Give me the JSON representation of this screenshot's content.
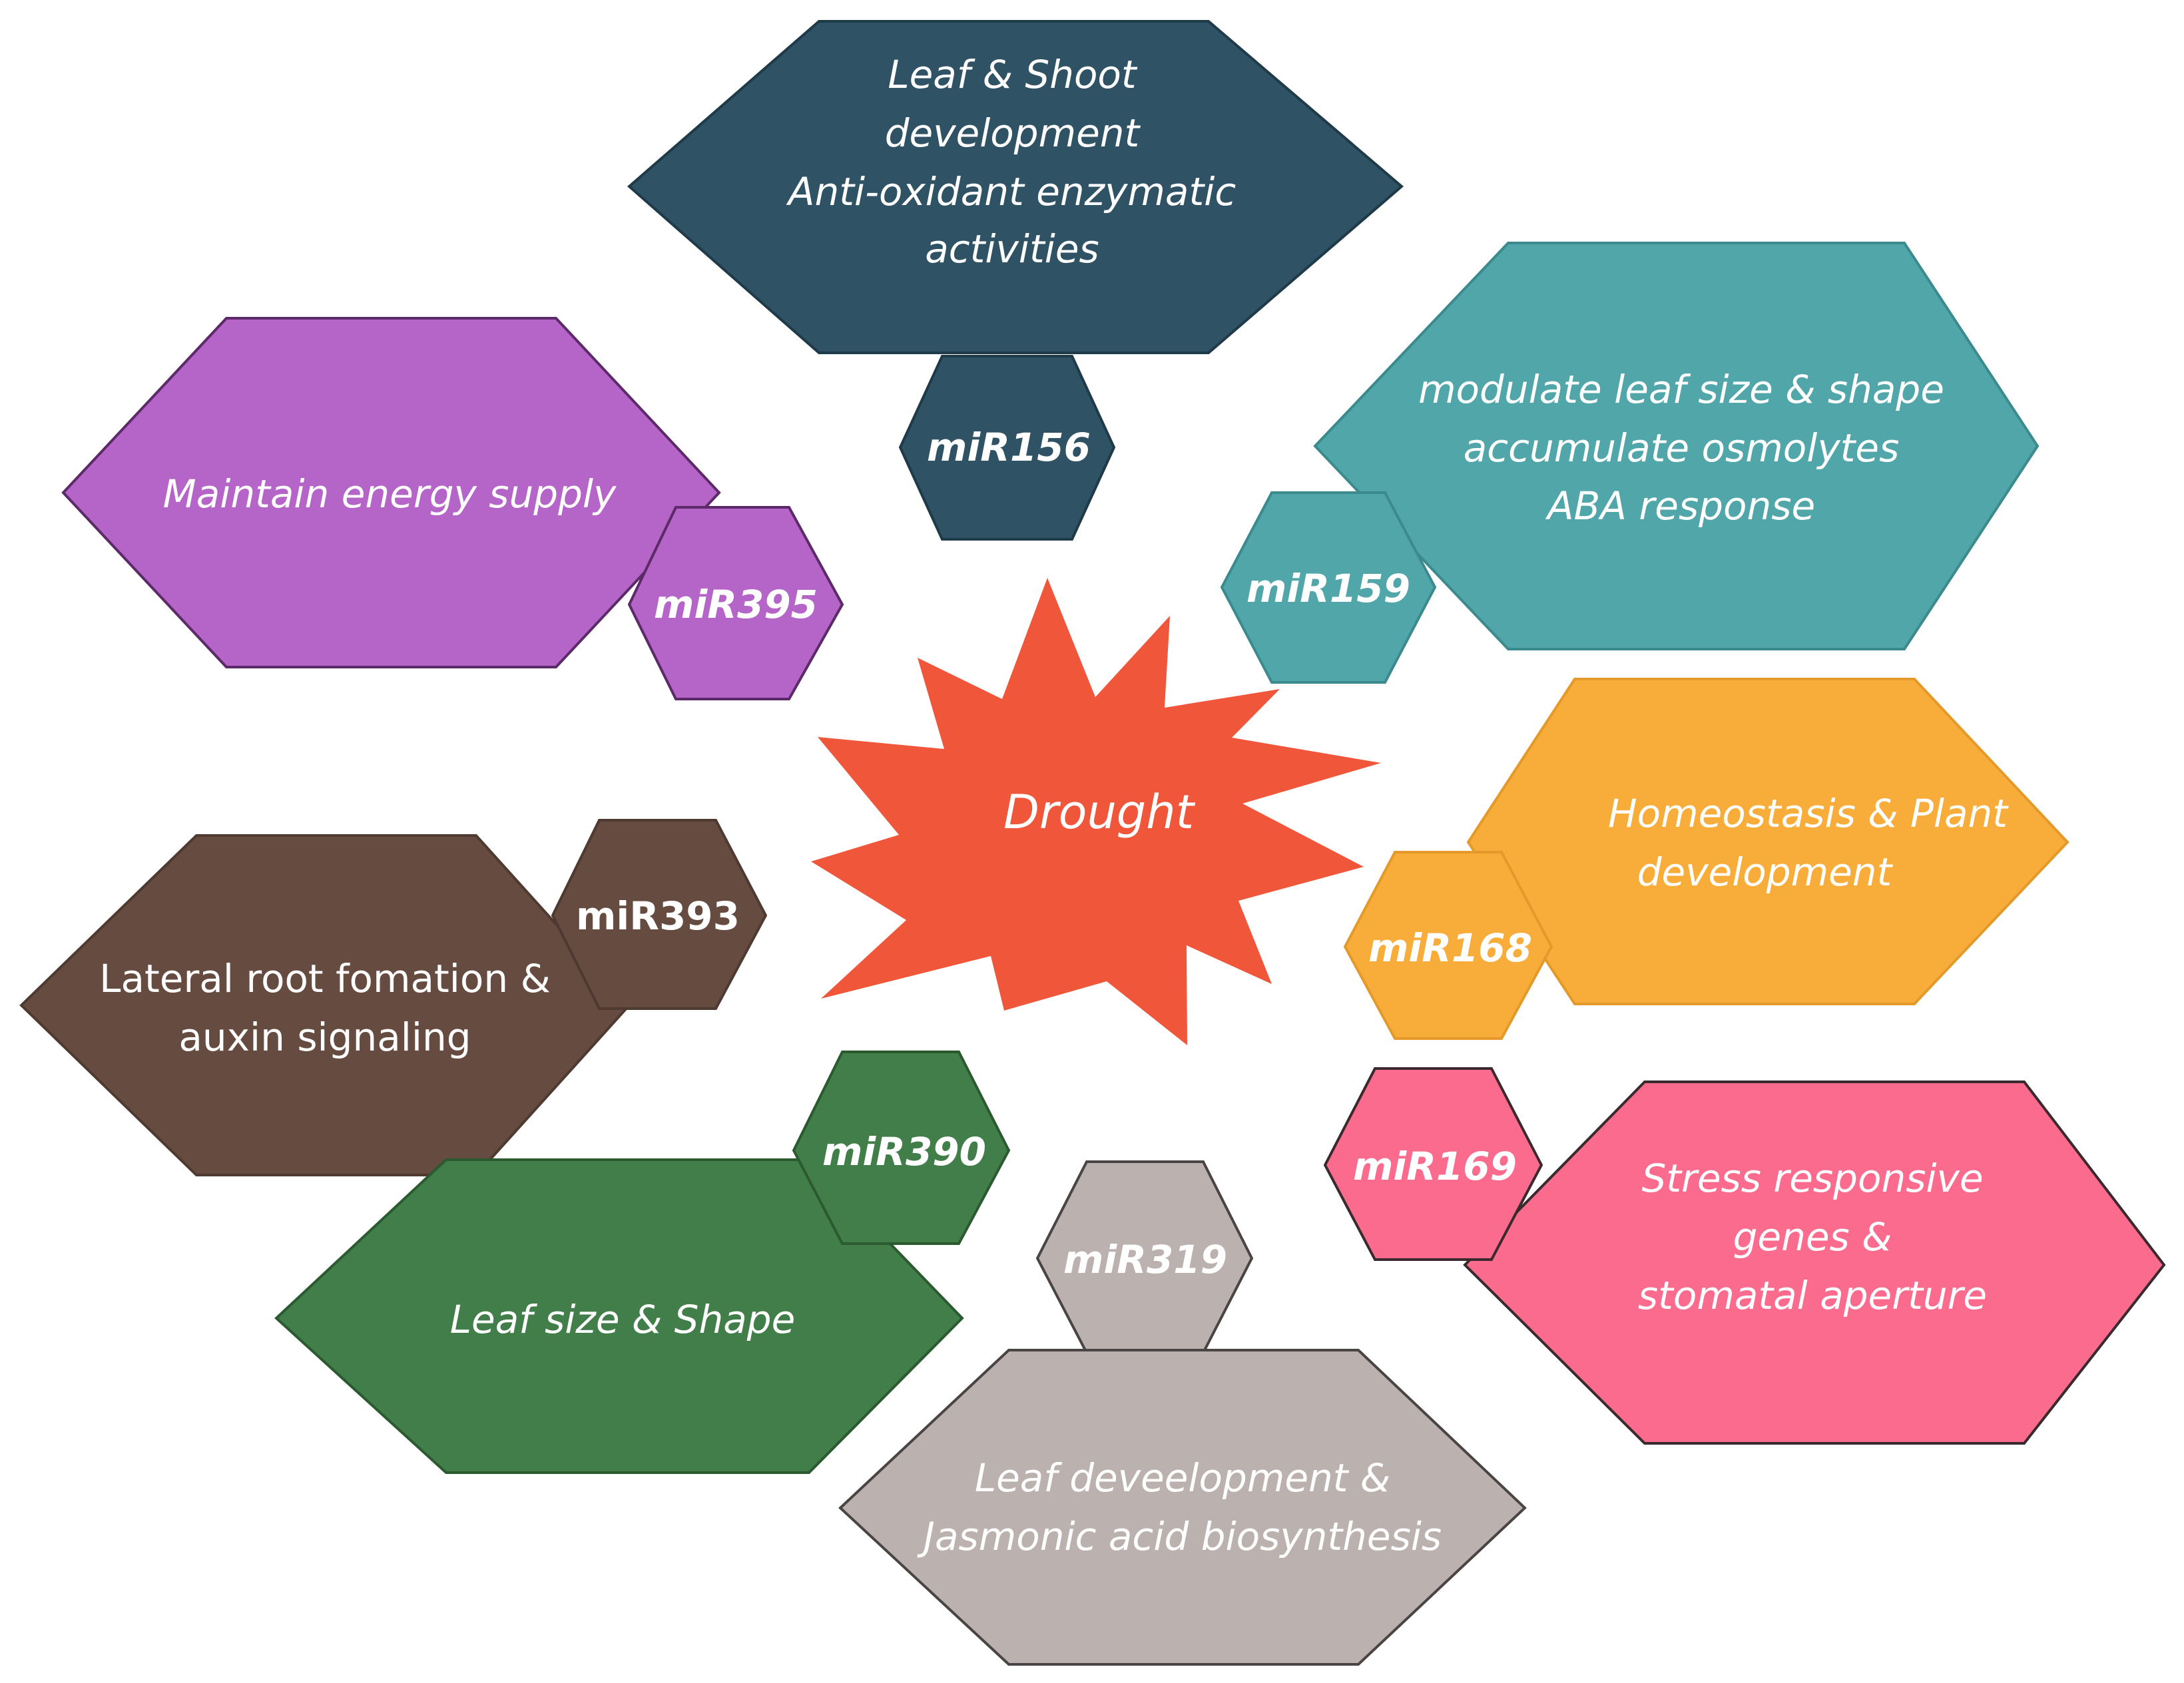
{
  "center": {
    "label": "Drought",
    "color": "#f0573a"
  },
  "nodes": [
    {
      "id": "mir156",
      "mirna": "miR156",
      "lines": [
        "Leaf & Shoot",
        "development",
        "Anti-oxidant enzymatic",
        "activities"
      ],
      "color": "#2f5264",
      "stroke": "#1f3a48"
    },
    {
      "id": "mir395",
      "mirna": "miR395",
      "lines": [
        "Maintain energy supply"
      ],
      "color": "#b564c8",
      "stroke": "#5d2a69"
    },
    {
      "id": "mir159",
      "mirna": "miR159",
      "lines": [
        "modulate leaf size & shape",
        "accumulate osmolytes",
        "ABA response"
      ],
      "color": "#50a6a9",
      "stroke": "#3b8a8d"
    },
    {
      "id": "mir168",
      "mirna": "miR168",
      "lines": [
        "Homeostasis & Plant",
        "development"
      ],
      "color": "#f8ad3b",
      "stroke": "#e39a2a"
    },
    {
      "id": "mir393",
      "mirna": "miR393",
      "lines": [
        "Lateral root fomation &",
        "auxin signaling"
      ],
      "color": "#654b40",
      "stroke": "#4f3a31"
    },
    {
      "id": "mir169",
      "mirna": "miR169",
      "lines": [
        "Stress responsive",
        "genes &",
        "stomatal aperture"
      ],
      "color": "#fb6b8d",
      "stroke": "#3a2a2e"
    },
    {
      "id": "mir390",
      "mirna": "miR390",
      "lines": [
        "Leaf size & Shape"
      ],
      "color": "#427e4a",
      "stroke": "#2b5a31"
    },
    {
      "id": "mir319",
      "mirna": "miR319",
      "lines": [
        "Leaf deveelopment &",
        "Jasmonic acid biosynthesis"
      ],
      "color": "#bbb1ae",
      "stroke": "#4a4444"
    }
  ]
}
